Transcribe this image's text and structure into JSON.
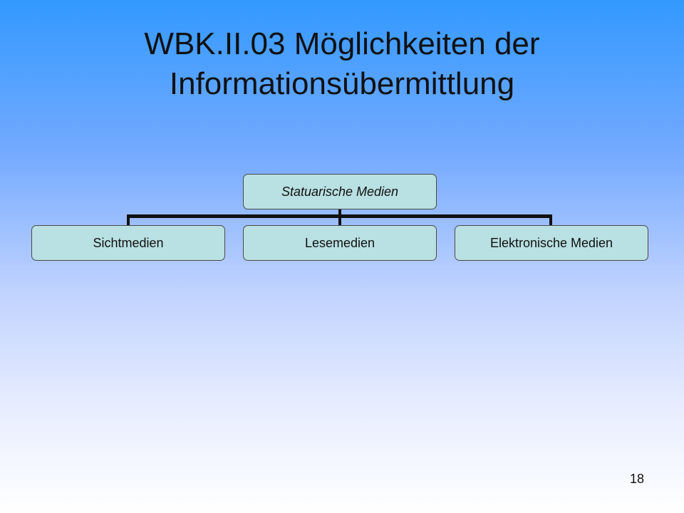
{
  "slide": {
    "title_line1": "WBK.II.03 Möglichkeiten der",
    "title_line2": "Informationsübermittlung",
    "page_number": "18"
  },
  "org_chart": {
    "root": "Statuarische Medien",
    "children": [
      "Sichtmedien",
      "Lesemedien",
      "Elektronische Medien"
    ],
    "colors": {
      "node_fill": "#b9e0e2",
      "node_border": "#4a4a4a",
      "connector": "#111111"
    }
  }
}
